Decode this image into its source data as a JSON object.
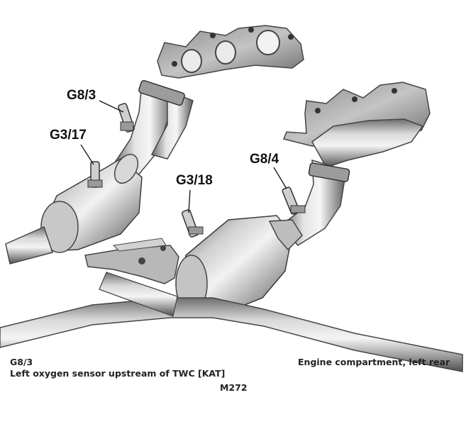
{
  "callouts": {
    "g8_3": "G8/3",
    "g3_17": "G3/17",
    "g3_18": "G3/18",
    "g8_4": "G8/4"
  },
  "caption": {
    "code": "G8/3",
    "description": "Left oxygen sensor upstream of TWC [KAT]",
    "location": "Engine compartment, left rear",
    "model": "M272"
  },
  "colors": {
    "metal_light": "#e6e6e6",
    "metal_mid": "#a8a8a8",
    "metal_dark": "#5a5a5a"
  }
}
